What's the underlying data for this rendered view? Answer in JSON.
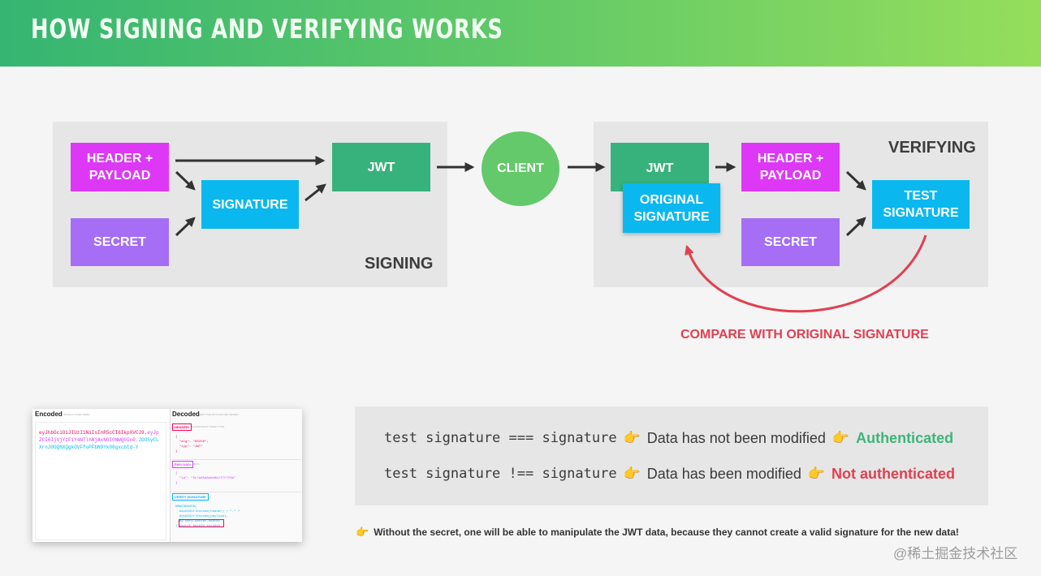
{
  "title": "HOW SIGNING AND VERIFYING WORKS",
  "signing": {
    "label": "SIGNING",
    "header_payload": "HEADER +\nPAYLOAD",
    "secret": "SECRET",
    "signature": "SIGNATURE",
    "jwt": "JWT"
  },
  "client": "CLIENT",
  "verifying": {
    "label": "VERIFYING",
    "jwt": "JWT",
    "original_signature": "ORIGINAL\nSIGNATURE",
    "header_payload": "HEADER +\nPAYLOAD",
    "secret": "SECRET",
    "test_signature": "TEST\nSIGNATURE"
  },
  "compare_label": "COMPARE WITH ORIGINAL SIGNATURE",
  "screenshot": {
    "encoded_title": "Encoded",
    "encoded_subtitle": "PASTE A TOKEN HERE",
    "decoded_title": "Decoded",
    "decoded_subtitle": "EDIT THE PAYLOAD AND SECRET",
    "token_header": "eyJhbGciOiJIUzI1NiIsInR5cCI6IkpXVCJ9.",
    "token_payload": "eyJpZCI6IjVjYzFiY4NTlhNjAxNGI0NWQ0In0.",
    "token_signature": "JDOSyCLXrnJ0OQ8XQgkOVFfoPFbN9Yk08gxcbtd-Y",
    "header_tag": "HEADER:",
    "header_note": "ALGORITHM & TOKEN TYPE",
    "header_body": "{\n  \"alg\": \"HS256\",\n  \"typ\": \"JWT\"\n}",
    "payload_tag": "PAYLOAD:",
    "payload_note": "DATA",
    "payload_body": "{\n  \"id\": \"5c7a85a8a8e8b7f7f7f8b\"\n}",
    "verify_tag": "VERIFY SIGNATURE",
    "verify_body": "HMACSHA256(\n  base64UrlEncode(header) + \".\" +\n  base64UrlEncode(payload),\n  my-very-secret-secret\n) secret base64 encoded"
  },
  "comparisons": [
    {
      "code": "test signature === signature",
      "text": "Data has not been modified",
      "result": "Authenticated"
    },
    {
      "code": "test signature !== signature",
      "text": "Data has been modified",
      "result": "Not authenticated"
    }
  ],
  "hand_icon": "👉",
  "footnote": "Without the secret, one will be able to manipulate the JWT data, because they cannot create a valid signature for the new data!",
  "watermark": "@稀土掘金技术社区",
  "colors": {
    "header_payload": "#dd38f6",
    "secret": "#a56ef5",
    "signature": "#0ab8ef",
    "jwt": "#37b27c",
    "client": "#63c96a",
    "compare": "#e14052",
    "authenticated": "#3db57a",
    "not_authenticated": "#e14052"
  }
}
